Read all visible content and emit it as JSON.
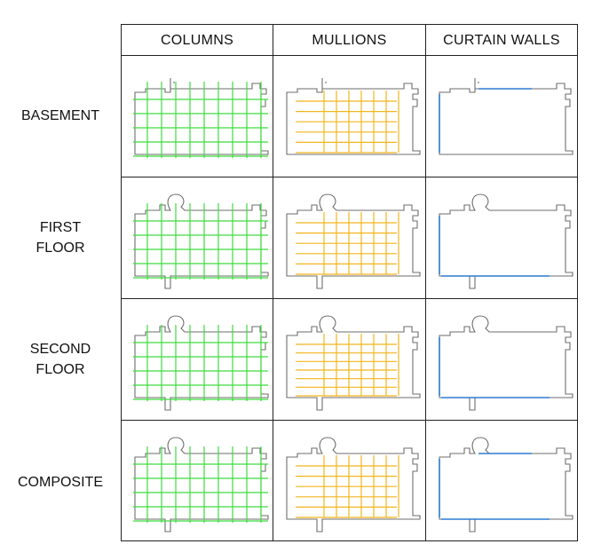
{
  "columns": [
    "COLUMNS",
    "MULLIONS",
    "CURTAIN WALLS"
  ],
  "rows": [
    {
      "key": "basement",
      "label": "BASEMENT"
    },
    {
      "key": "first",
      "label": "FIRST\nFLOOR"
    },
    {
      "key": "second",
      "label": "SECOND\nFLOOR"
    },
    {
      "key": "composite",
      "label": "COMPOSITE"
    }
  ],
  "colors": {
    "outline": "#6e6e6e",
    "columns": "#3ddc3d",
    "mullions": "#f2b51c",
    "curtain_walls": "#2b7bd4",
    "border": "#222222"
  }
}
